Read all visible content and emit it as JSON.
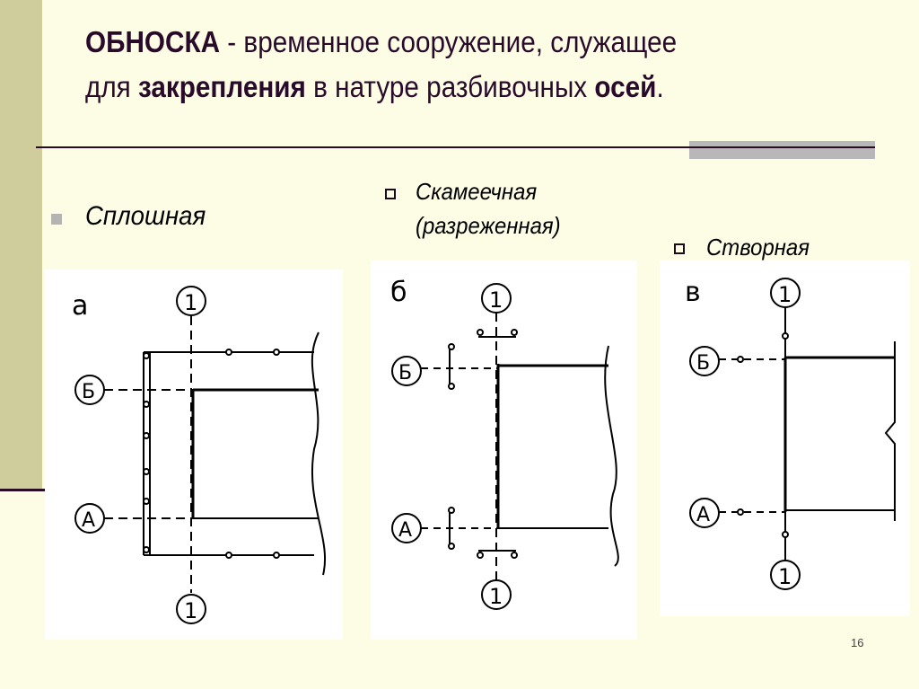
{
  "title": {
    "term": "ОБНОСКА",
    "part1": " - временное сооружение, служащее",
    "part2": "для ",
    "bold2": "закрепления",
    "part3": " в натуре разбивочных ",
    "bold3": "осей",
    "end": "."
  },
  "bullets": [
    {
      "label": "Сплошная"
    },
    {
      "label": "Скамеечная",
      "label2": "(разреженная)"
    },
    {
      "label": "Створная"
    }
  ],
  "diagrams": [
    {
      "letter": "а",
      "axis_num": "1",
      "axis_b": "Б",
      "axis_a": "А"
    },
    {
      "letter": "б",
      "axis_num": "1",
      "axis_b": "Б",
      "axis_a": "А"
    },
    {
      "letter": "в",
      "axis_num": "1",
      "axis_b": "Б",
      "axis_a": "А"
    }
  ],
  "slide_number": "16"
}
